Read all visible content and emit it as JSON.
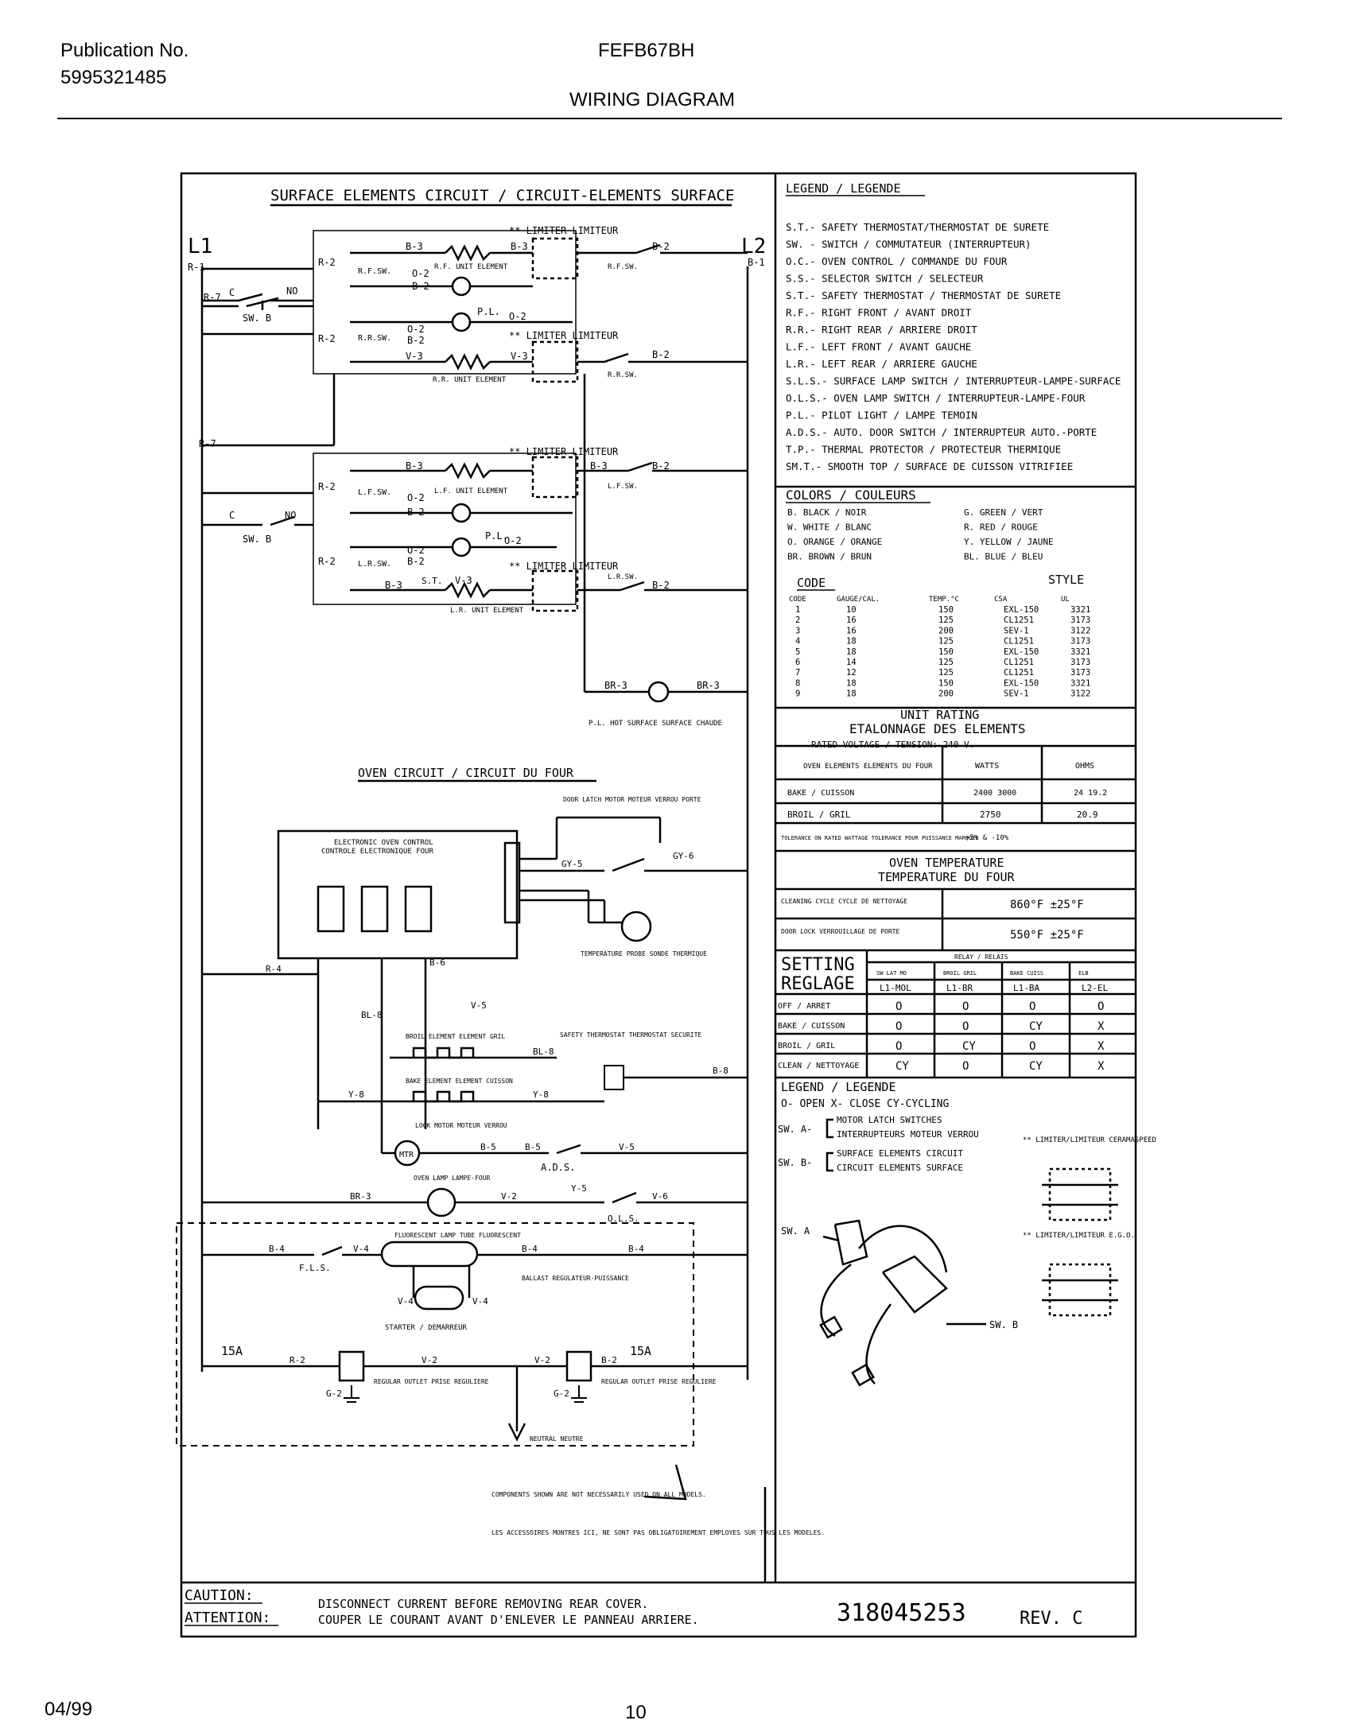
{
  "header": {
    "publication_label": "Publication No.",
    "publication_number": "5995321485",
    "model": "FEFB67BH",
    "title": "WIRING DIAGRAM"
  },
  "footer": {
    "date": "04/99",
    "page": "10"
  },
  "diagram": {
    "surface_title": "SURFACE ELEMENTS CIRCUIT / CIRCUIT-ELEMENTS SURFACE",
    "oven_title": "OVEN CIRCUIT / CIRCUIT DU FOUR",
    "l1": "L1",
    "l2": "L2",
    "r1": "R-1",
    "r7a": "R-7",
    "r7b": "R-7",
    "b1": "B-1",
    "c_a": "C",
    "no_a": "NO",
    "sw_b_a": "SW. B",
    "c_b": "C",
    "no_b": "NO",
    "sw_b_b": "SW. B",
    "w_b3_a": "B-3",
    "w_b3_b": "B-3",
    "w_b2_a": "B-2",
    "w_r2_a": "R-2",
    "w_rfsw": "R.F.SW.",
    "w_o2_a": "O-2",
    "w_b2_b": "B-2",
    "rf_unit": "R.F. UNIT ELEMENT",
    "pl_a": "P.L.",
    "w_o2_b": "O-2",
    "w_r2_b": "R-2",
    "w_rrsw": "R.R.SW.",
    "w_o2_c": "O-2",
    "w_b2_c": "B-2",
    "w_v3_a": "V-3",
    "w_v3_b": "V-3",
    "rr_unit": "R.R. UNIT ELEMENT",
    "limiter_1": "** LIMITER LIMITEUR",
    "limiter_2": "** LIMITER LIMITEUR",
    "limiter_3": "** LIMITER LIMITEUR",
    "limiter_4": "** LIMITER LIMITEUR",
    "w_b2_d": "B-2",
    "w_b2_e": "B-2",
    "rfsw_right": "R.F.SW.",
    "rrsw_right": "R.R.SW.",
    "w_b3_c": "B-3",
    "w_r2_c": "R-2",
    "w_lfsw": "L.F.SW.",
    "w_o2_d": "O-2",
    "w_b2_f": "B-2",
    "lf_unit": "L.F. UNIT ELEMENT",
    "pl_b": "P.L.",
    "w_o2_e": "O-2",
    "w_r2_d": "R-2",
    "w_lrsw": "L.R.SW.",
    "w_o2_f": "O-2",
    "w_b2_g": "B-2",
    "w_b3_d": "B-3",
    "st_a": "S.T.",
    "w_v3_c": "V-3",
    "lr_unit": "L.R. UNIT ELEMENT",
    "w_b3_e": "B-3",
    "w_b2_h": "B-2",
    "w_b2_i": "B-2",
    "lfsw_right": "L.F.SW.",
    "lrsw_right": "L.R.SW.",
    "w_br3_a": "BR-3",
    "w_br3_b": "BR-3",
    "pl_hot": "P.L. HOT SURFACE SURFACE CHAUDE",
    "eoc": "ELECTRONIC OVEN CONTROL",
    "eoc_fr": "CONTROLE ELECTRONIQUE FOUR",
    "door_latch": "DOOR LATCH MOTOR MOTEUR VERROU PORTE",
    "temp_probe": "TEMPERATURE PROBE SONDE THERMIQUE",
    "w_gy5": "GY-5",
    "w_gy6": "GY-6",
    "w_r4": "R-4",
    "w_bl8": "BL-8",
    "w_v5_a": "V-5",
    "w_b6": "B-6",
    "w_y8_a": "Y-8",
    "w_y8_b": "Y-8",
    "w_bl8_b": "BL-8",
    "w_b8": "B-8",
    "broil_el": "BROIL ELEMENT ELEMENT GRIL",
    "bake_el": "BAKE ELEMENT ELEMENT CUISSON",
    "safety_t": "SAFETY THERMOSTAT THERMOSTAT SECURITE",
    "lock_motor": "LOCK MOTOR MOTEUR VERROU",
    "mtr": "MTR",
    "w_b5_a": "B-5",
    "w_b5_b": "B-5",
    "w_v5_b": "V-5",
    "ads": "A.D.S.",
    "oven_lamp": "OVEN LAMP LAMPE-FOUR",
    "w_br3_c": "BR-3",
    "w_v2_a": "V-2",
    "w_y5": "Y-5",
    "w_v6": "V-6",
    "ols": "O.L.S.",
    "w_b4_a": "B-4",
    "w_v4_a": "V-4",
    "fluor": "FLUORESCENT LAMP TUBE FLUORESCENT",
    "w_b4_b": "B-4",
    "w_b4_c": "B-4",
    "fls": "F.L.S.",
    "ballast": "BALLAST REGULATEUR-PUISSANCE",
    "w_v4_b": "V-4",
    "w_v4_c": "V-4",
    "starter": "STARTER / DEMARREUR",
    "fuse_a": "15A",
    "fuse_b": "15A",
    "w_r2_e": "R-2",
    "w_v2_b": "V-2",
    "w_v2_c": "V-2",
    "w_b2_j": "B-2",
    "w_g2_a": "G-2",
    "w_g2_b": "G-2",
    "outlet_a": "REGULAR OUTLET PRISE REGULIERE",
    "outlet_b": "REGULAR OUTLET PRISE REGULIERE",
    "neutral": "NEUTRAL NEUTRE",
    "note_en": "COMPONENTS SHOWN ARE NOT NECESSARILY USED ON ALL MODELS.",
    "note_fr": "LES ACCESSOIRES MONTRES ICI, NE SONT PAS OBLIGATOIREMENT EMPLOYES SUR TOUS LES MODELES."
  },
  "legend": {
    "title": "LEGEND / LEGENDE",
    "items": [
      "S.T.- SAFETY THERMOSTAT/THERMOSTAT DE SURETE",
      "SW. - SWITCH / COMMUTATEUR (INTERRUPTEUR)",
      "O.C.- OVEN CONTROL / COMMANDE DU FOUR",
      "S.S.- SELECTOR SWITCH / SELECTEUR",
      "S.T.- SAFETY THERMOSTAT / THERMOSTAT DE SURETE",
      "R.F.- RIGHT FRONT / AVANT DROIT",
      "R.R.- RIGHT REAR / ARRIERE DROIT",
      "L.F.- LEFT FRONT / AVANT GAUCHE",
      "L.R.- LEFT REAR / ARRIERE GAUCHE",
      "S.L.S.- SURFACE LAMP SWITCH / INTERRUPTEUR-LAMPE-SURFACE",
      "O.L.S.- OVEN LAMP SWITCH / INTERRUPTEUR-LAMPE-FOUR",
      "P.L.- PILOT LIGHT / LAMPE TEMOIN",
      "A.D.S.- AUTO. DOOR SWITCH / INTERRUPTEUR AUTO.-PORTE",
      "T.P.- THERMAL PROTECTOR / PROTECTEUR THERMIQUE",
      "SM.T.- SMOOTH TOP / SURFACE DE CUISSON VITRIFIEE"
    ]
  },
  "colors": {
    "title": "COLORS / COULEURS",
    "items": [
      [
        "B. BLACK / NOIR",
        "G. GREEN / VERT"
      ],
      [
        "W. WHITE / BLANC",
        "R. RED / ROUGE"
      ],
      [
        "O. ORANGE / ORANGE",
        "Y. YELLOW / JAUNE"
      ],
      [
        "BR. BROWN / BRUN",
        "BL. BLUE / BLEU"
      ]
    ]
  },
  "code_table": {
    "title_left": "CODE",
    "title_right": "STYLE",
    "headers": [
      "CODE",
      "GAUGE/CAL.",
      "TEMP.°C",
      "CSA",
      "UL"
    ],
    "rows": [
      [
        "1",
        "10",
        "150",
        "EXL-150",
        "3321"
      ],
      [
        "2",
        "16",
        "125",
        "CL1251",
        "3173"
      ],
      [
        "3",
        "16",
        "200",
        "SEV-1",
        "3122"
      ],
      [
        "4",
        "18",
        "125",
        "CL1251",
        "3173"
      ],
      [
        "5",
        "18",
        "150",
        "EXL-150",
        "3321"
      ],
      [
        "6",
        "14",
        "125",
        "CL1251",
        "3173"
      ],
      [
        "7",
        "12",
        "125",
        "CL1251",
        "3173"
      ],
      [
        "8",
        "18",
        "150",
        "EXL-150",
        "3321"
      ],
      [
        "9",
        "18",
        "200",
        "SEV-1",
        "3122"
      ]
    ]
  },
  "unit_rating": {
    "title": "UNIT RATING",
    "title_fr": "ETALONNAGE DES ELEMENTS",
    "rated_voltage": "RATED VOLTAGE / TENSION: 240 V.",
    "col_head": "OVEN ELEMENTS ELEMENTS DU FOUR",
    "col_watts": "WATTS",
    "col_ohms": "OHMS",
    "bake_label": "BAKE / CUISSON",
    "bake_watts": "2400 3000",
    "bake_ohms": "24 19.2",
    "broil_label": "BROIL / GRIL",
    "broil_watts": "2750",
    "broil_ohms": "20.9",
    "tolerance": "TOLERANCE ON RATED WATTAGE TOLERANCE POUR PUISSANCE MARQUEE",
    "tolerance_val": "+5% & -10%"
  },
  "oven_temp": {
    "title": "OVEN TEMPERATURE",
    "title_fr": "TEMPERATURE DU FOUR",
    "clean_label": "CLEANING CYCLE CYCLE DE NETTOYAGE",
    "clean_val": "860°F ±25°F",
    "lock_label": "DOOR LOCK VERROUILLAGE DE PORTE",
    "lock_val": "550°F ±25°F"
  },
  "setting": {
    "title": "SETTING",
    "title_fr": "REGLAGE",
    "relay_head": "RELAY / RELAIS",
    "col_heads": [
      "SW LAT MO",
      "BROIL GRIL",
      "BAKE CUISS",
      "ELB"
    ],
    "cols": [
      "L1-MOL",
      "L1-BR",
      "L1-BA",
      "L2-EL"
    ],
    "rows": [
      {
        "label": "OFF / ARRET",
        "vals": [
          "O",
          "O",
          "O",
          "O"
        ]
      },
      {
        "label": "BAKE / CUISSON",
        "vals": [
          "O",
          "O",
          "CY",
          "X"
        ]
      },
      {
        "label": "BROIL / GRIL",
        "vals": [
          "O",
          "CY",
          "O",
          "X"
        ]
      },
      {
        "label": "CLEAN / NETTOYAGE",
        "vals": [
          "CY",
          "O",
          "CY",
          "X"
        ]
      }
    ],
    "legend_title": "LEGEND / LEGENDE",
    "legend_items": "O- OPEN    X- CLOSE    CY-CYCLING"
  },
  "switches": {
    "swa_label": "SW. A-",
    "swa_en": "MOTOR LATCH SWITCHES",
    "swa_fr": "INTERRUPTEURS MOTEUR VERROU",
    "swb_label": "SW. B-",
    "swb_en": "SURFACE ELEMENTS CIRCUIT",
    "swb_fr": "CIRCUIT ELEMENTS SURFACE",
    "limiter_a": "** LIMITER/LIMITEUR CERAMASPEED",
    "limiter_b": "** LIMITER/LIMITEUR E.G.O.",
    "sw_a": "SW. A",
    "sw_b": "SW. B"
  },
  "caution": {
    "label_en": "CAUTION:",
    "label_fr": "ATTENTION:",
    "text_en": "DISCONNECT CURRENT BEFORE REMOVING REAR COVER.",
    "text_fr": "COUPER LE COURANT AVANT D'ENLEVER LE PANNEAU ARRIERE.",
    "part_number": "318045253",
    "rev": "REV. C"
  }
}
